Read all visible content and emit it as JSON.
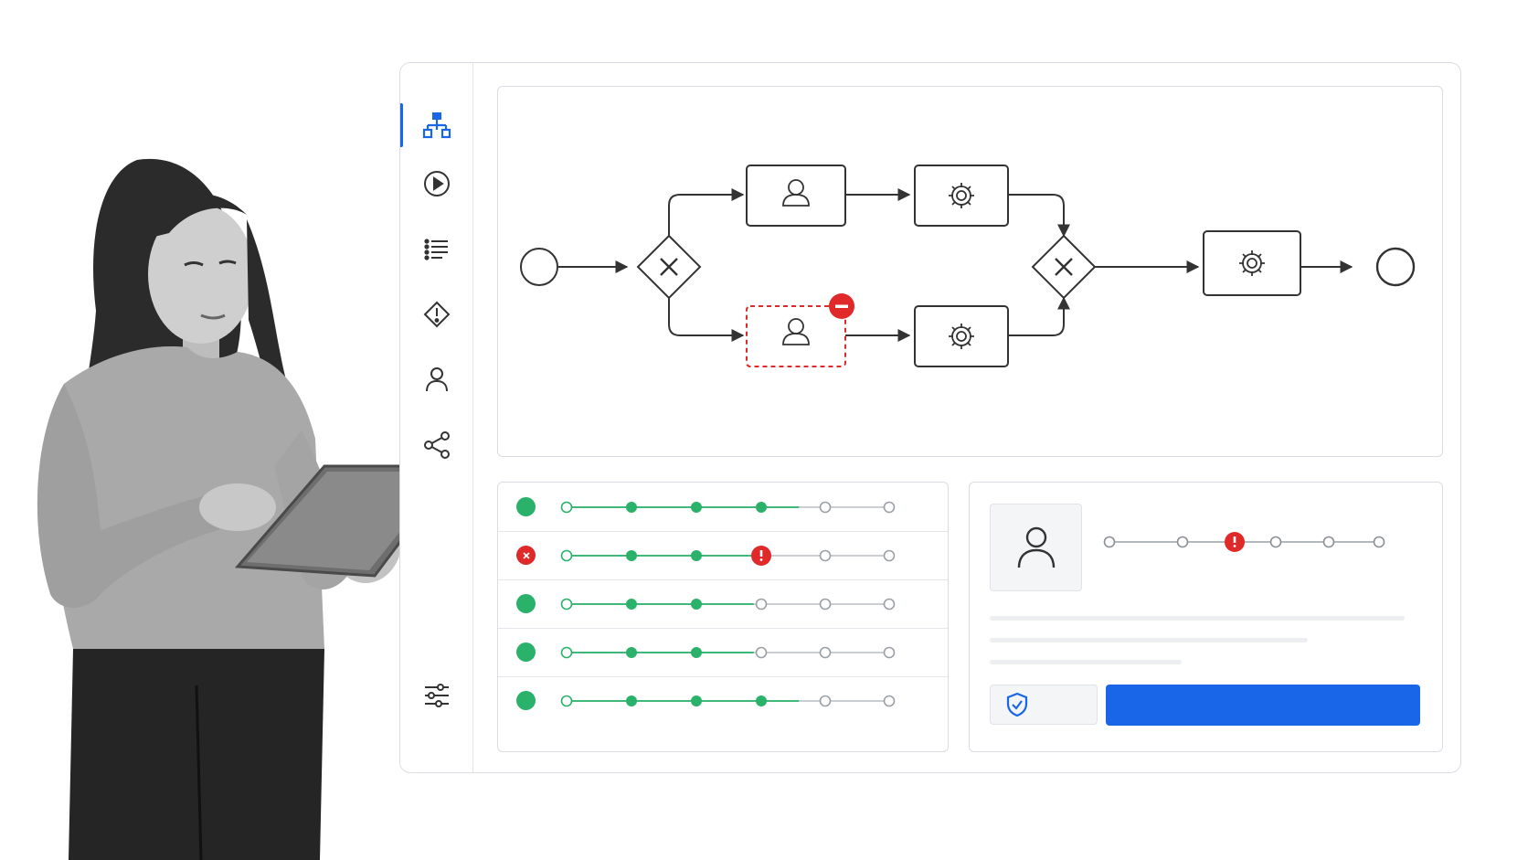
{
  "colors": {
    "accent": "#1a66e8",
    "success": "#2ab26a",
    "error": "#e02a2a",
    "pending": "#9aa0a6",
    "border": "#d9dde3"
  },
  "sidebar": {
    "items": [
      {
        "icon": "process-diagram-icon",
        "active": true
      },
      {
        "icon": "play-icon",
        "active": false
      },
      {
        "icon": "list-icon",
        "active": false
      },
      {
        "icon": "incident-warning-icon",
        "active": false
      },
      {
        "icon": "user-icon",
        "active": false
      },
      {
        "icon": "share-icon",
        "active": false
      }
    ],
    "bottom_icon": "settings-sliders-icon"
  },
  "diagram": {
    "nodes": [
      {
        "type": "start-event"
      },
      {
        "type": "exclusive-gateway"
      },
      {
        "type": "user-task",
        "status": "ok"
      },
      {
        "type": "service-task",
        "status": "ok"
      },
      {
        "type": "user-task",
        "status": "error"
      },
      {
        "type": "service-task",
        "status": "ok"
      },
      {
        "type": "exclusive-gateway"
      },
      {
        "type": "service-task",
        "status": "ok"
      },
      {
        "type": "end-event"
      }
    ]
  },
  "instances": [
    {
      "status": "ok",
      "steps": [
        "done",
        "done",
        "done",
        "done",
        "pending",
        "pending"
      ],
      "progress_fraction": 0.72
    },
    {
      "status": "error",
      "steps": [
        "done",
        "done",
        "done",
        "error",
        "pending",
        "pending"
      ],
      "progress_fraction": 0.58
    },
    {
      "status": "ok",
      "steps": [
        "done",
        "done",
        "done",
        "pending",
        "pending",
        "pending"
      ],
      "progress_fraction": 0.58
    },
    {
      "status": "ok",
      "steps": [
        "done",
        "done",
        "done",
        "pending",
        "pending",
        "pending"
      ],
      "progress_fraction": 0.58
    },
    {
      "status": "ok",
      "steps": [
        "done",
        "done",
        "done",
        "done",
        "pending",
        "pending"
      ],
      "progress_fraction": 0.72
    }
  ],
  "detail": {
    "avatar_icon": "user-icon",
    "timeline": [
      "pending",
      "pending",
      "error",
      "pending",
      "pending",
      "pending"
    ],
    "secure_icon": "shield-check-icon"
  }
}
